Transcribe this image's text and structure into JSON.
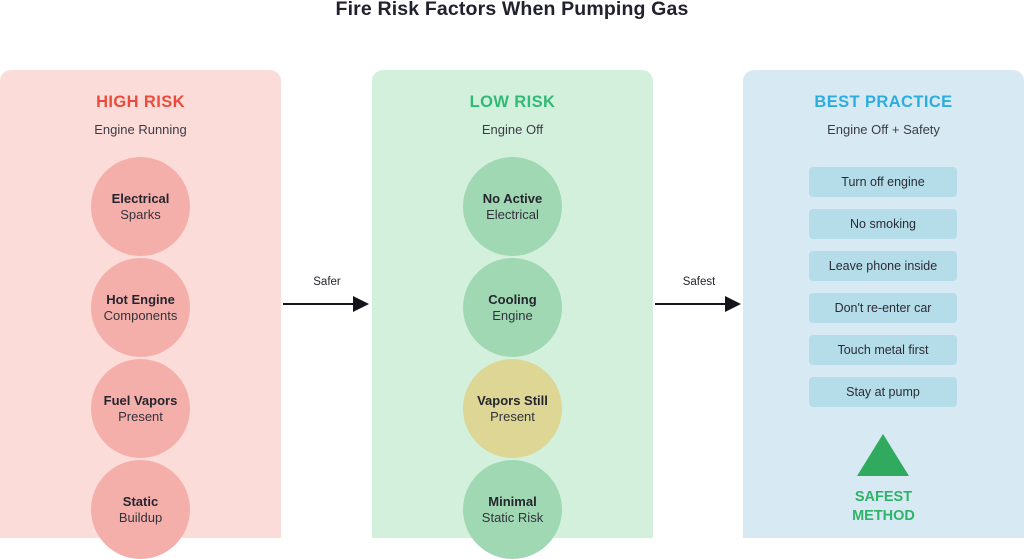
{
  "page": {
    "title": "Fire Risk Factors When Pumping Gas"
  },
  "colors": {
    "high_risk_accent": "#ea4c3b",
    "low_risk_accent": "#2fbb76",
    "best_practice_accent": "#2cade0",
    "high_panel_bg": "#fbdcd9",
    "low_panel_bg": "#d3f0dd",
    "best_panel_bg": "#d7e9f2",
    "salmon_circle": "#f5afab",
    "green_circle": "#9fd8b2",
    "khaki_circle": "#ddd694",
    "chip_bg": "#b5dde9",
    "triangle_green": "#2faa5e"
  },
  "columns": [
    {
      "id": "high-risk",
      "heading": "HIGH RISK",
      "subtitle": "Engine Running",
      "nodes": [
        {
          "top": "Electrical",
          "bottom": "Sparks",
          "fill": "salmon"
        },
        {
          "top": "Hot Engine",
          "bottom": "Components",
          "fill": "salmon"
        },
        {
          "top": "Fuel Vapors",
          "bottom": "Present",
          "fill": "salmon"
        },
        {
          "top": "Static",
          "bottom": "Buildup",
          "fill": "salmon"
        }
      ]
    },
    {
      "id": "low-risk",
      "heading": "LOW RISK",
      "subtitle": "Engine Off",
      "nodes": [
        {
          "top": "No Active",
          "bottom": "Electrical",
          "fill": "green"
        },
        {
          "top": "Cooling",
          "bottom": "Engine",
          "fill": "green"
        },
        {
          "top": "Vapors Still",
          "bottom": "Present",
          "fill": "khaki"
        },
        {
          "top": "Minimal",
          "bottom": "Static Risk",
          "fill": "green"
        }
      ]
    },
    {
      "id": "best-practice",
      "heading": "BEST PRACTICE",
      "subtitle": "Engine Off + Safety",
      "chips": [
        "Turn off engine",
        "No smoking",
        "Leave phone inside",
        "Don't re-enter car",
        "Touch metal first",
        "Stay at pump"
      ],
      "badge": {
        "line1": "SAFEST",
        "line2": "METHOD"
      }
    }
  ],
  "arrows": [
    {
      "id": "arrow-safer",
      "label": "Safer"
    },
    {
      "id": "arrow-safest",
      "label": "Safest"
    }
  ]
}
